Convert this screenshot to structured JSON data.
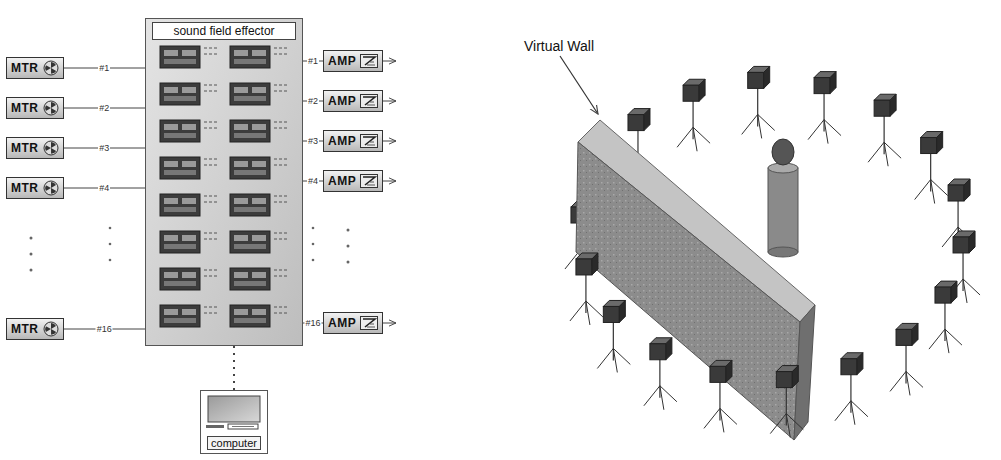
{
  "diagram": {
    "nodes": [
      {
        "text": [
          "MTR"
        ]
      },
      {
        "text": [
          "MTR"
        ]
      },
      {
        "text": [
          "MTR"
        ]
      },
      {
        "text": [
          "MTR"
        ]
      },
      {
        "text": [
          "MTR"
        ]
      },
      {
        "text": [
          "sound field effector"
        ]
      },
      {
        "text": [
          "AMP"
        ]
      },
      {
        "text": [
          "AMP"
        ]
      },
      {
        "text": [
          "AMP"
        ]
      },
      {
        "text": [
          "AMP"
        ]
      },
      {
        "text": [
          "AMP"
        ]
      },
      {
        "text": [
          "computer"
        ]
      }
    ],
    "edges": [
      {
        "from": 0,
        "to": 5,
        "arrow": "none",
        "label": "#1"
      },
      {
        "from": 1,
        "to": 5,
        "arrow": "none",
        "label": "#2"
      },
      {
        "from": 2,
        "to": 5,
        "arrow": "none",
        "label": "#3"
      },
      {
        "from": 3,
        "to": 5,
        "arrow": "none",
        "label": "#4"
      },
      {
        "from": 4,
        "to": 5,
        "arrow": "none",
        "label": "#16"
      },
      {
        "from": 5,
        "to": 6,
        "arrow": "none",
        "label": "#1"
      },
      {
        "from": 5,
        "to": 7,
        "arrow": "none",
        "label": "#2"
      },
      {
        "from": 5,
        "to": 8,
        "arrow": "none",
        "label": "#3"
      },
      {
        "from": 5,
        "to": 9,
        "arrow": "none",
        "label": "#4"
      },
      {
        "from": 5,
        "to": 10,
        "arrow": "none",
        "label": "#16"
      },
      {
        "from": 5,
        "to": 11,
        "arrow": "none"
      }
    ],
    "labels": [
      "Virtual Wall"
    ]
  }
}
